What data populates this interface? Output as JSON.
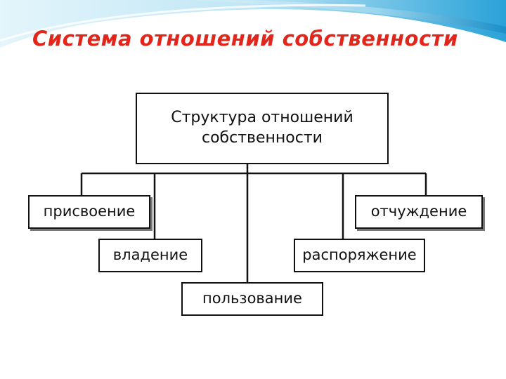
{
  "slide": {
    "title": "Система отношений собственности"
  },
  "diagram": {
    "root": {
      "line1": "Структура отношений",
      "line2": "собственности"
    },
    "nodes": {
      "appropriation": "присвоение",
      "alienation": "отчуждение",
      "possession": "владение",
      "disposal": "распоряжение",
      "use": "пользование"
    }
  },
  "colors": {
    "title": "#e2261c",
    "line": "#111111",
    "decoration": "#3aaee0"
  }
}
